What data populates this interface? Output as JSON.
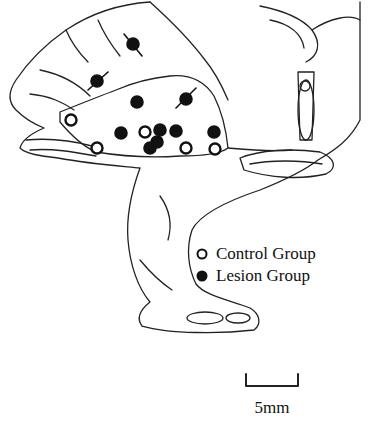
{
  "diagram": {
    "labels": [
      "5mm"
    ],
    "legend": [
      {
        "text": "Control Group"
      },
      {
        "text": "Lesion Group"
      }
    ]
  }
}
